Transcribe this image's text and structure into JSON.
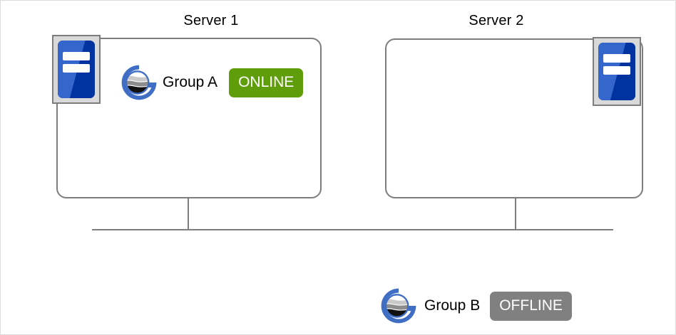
{
  "diagram": {
    "title_hidden": "",
    "colors": {
      "online": "#5f9e0a",
      "offline": "#808080",
      "outline": "#7d7d7d",
      "icon_blue_light": "#3566cc",
      "icon_blue_dark": "#0033a0",
      "icon_frame": "#d9d9d9",
      "logo_ring": "#3f6ec4"
    },
    "servers": [
      {
        "title": "Server 1",
        "icon_name": "server-hardware-icon",
        "icon_position": "left",
        "group": {
          "label": "Group A",
          "status": "ONLINE",
          "status_color": "#5f9e0a"
        }
      },
      {
        "title": "Server 2",
        "icon_name": "server-hardware-icon",
        "icon_position": "right",
        "group": null
      }
    ],
    "detached_group": {
      "label": "Group B",
      "status": "OFFLINE",
      "status_color": "#808080"
    },
    "network": {
      "bus_label": "",
      "connector_count": 2
    }
  }
}
